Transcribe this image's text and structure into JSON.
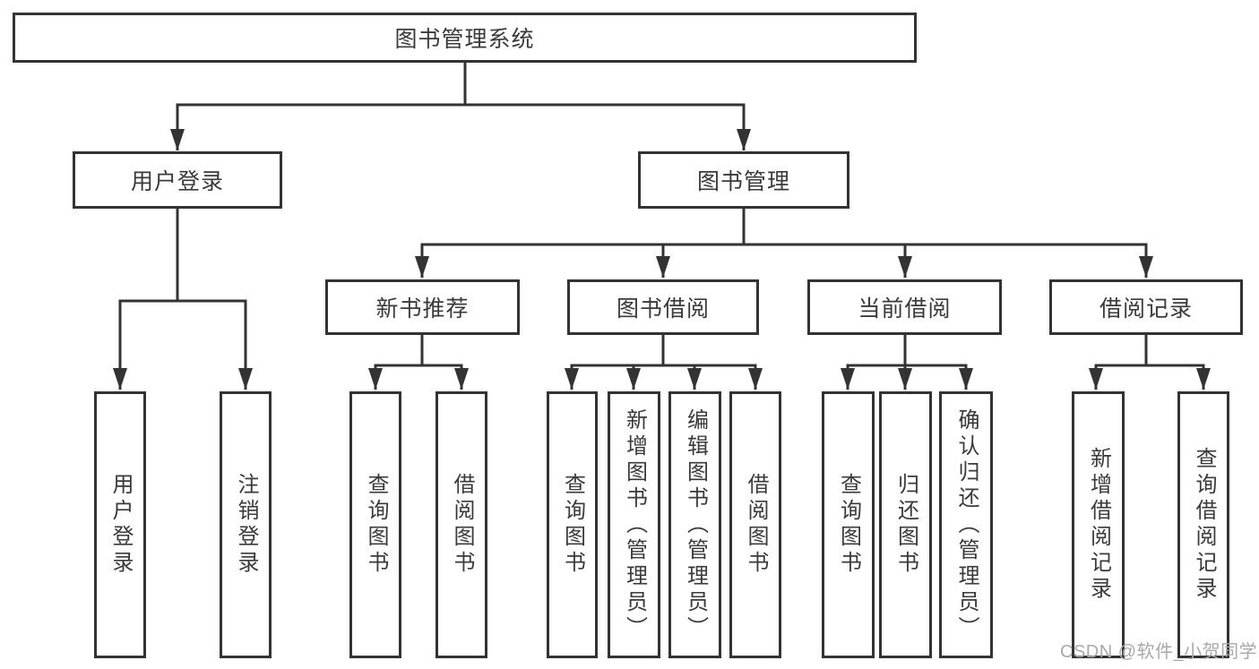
{
  "tree": {
    "root": {
      "label": "图书管理系统"
    },
    "user_login": {
      "label": "用户登录",
      "children": [
        {
          "label": "用户登录"
        },
        {
          "label": "注销登录"
        }
      ]
    },
    "book_mgmt": {
      "label": "图书管理",
      "sections": {
        "new_book_rec": {
          "label": "新书推荐",
          "children": [
            {
              "label": "查询图书"
            },
            {
              "label": "借阅图书"
            }
          ]
        },
        "book_borrow": {
          "label": "图书借阅",
          "children": [
            {
              "label": "查询图书"
            },
            {
              "label": "新增图书（管理员）"
            },
            {
              "label": "编辑图书（管理员）"
            },
            {
              "label": "借阅图书"
            }
          ]
        },
        "current_borrow": {
          "label": "当前借阅",
          "children": [
            {
              "label": "查询图书"
            },
            {
              "label": "归还图书"
            },
            {
              "label": "确认归还（管理员）"
            }
          ]
        },
        "borrow_records": {
          "label": "借阅记录",
          "children": [
            {
              "label": "新增借阅记录"
            },
            {
              "label": "查询借阅记录"
            }
          ]
        }
      }
    }
  },
  "colors": {
    "line": "#333333",
    "text": "#3a3a3a",
    "background": "#ffffff",
    "watermark": "#a9a9a9"
  },
  "watermark": {
    "text": "CSDN @软件_小贺同学"
  }
}
